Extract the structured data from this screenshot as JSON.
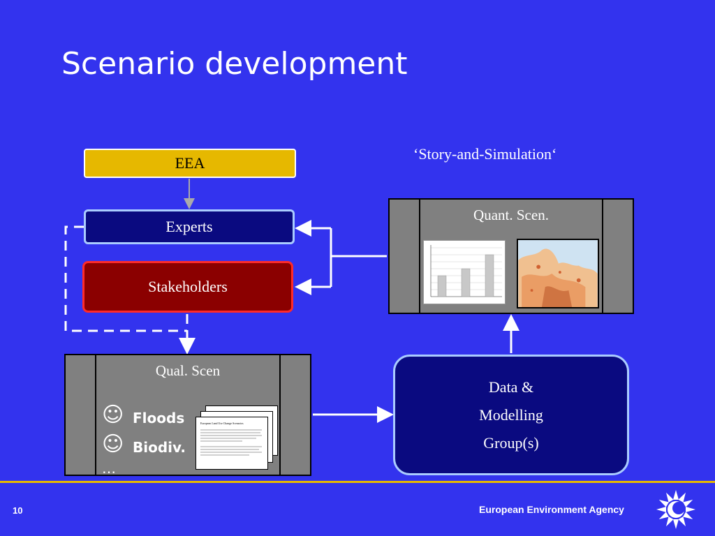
{
  "slide": {
    "title": "Scenario development",
    "subtitle": "‘Story-and-Simulation‘",
    "page_number": "10",
    "agency": "European Environment Agency"
  },
  "boxes": {
    "eea": "EEA",
    "experts": "Experts",
    "stakeholders": "Stakeholders",
    "quant": "Quant. Scen.",
    "qual": "Qual. Scen",
    "data_line1": "Data &",
    "data_line2": "Modelling",
    "data_line3": "Group(s)"
  },
  "qual_items": {
    "floods": "Floods",
    "biodiv": "Biodiv.",
    "more": "…",
    "smiley": "☺"
  },
  "doc": {
    "heading": "European Land Use Change Scenarios"
  },
  "colors": {
    "background": "#3333ee",
    "eea": "#e6b800",
    "experts": "#0a0a80",
    "stakeholders": "#8b0000",
    "accent_line": "#e6b800"
  },
  "icons": {
    "smiley": "smiley-icon",
    "logo": "eea-sun-logo-icon"
  }
}
